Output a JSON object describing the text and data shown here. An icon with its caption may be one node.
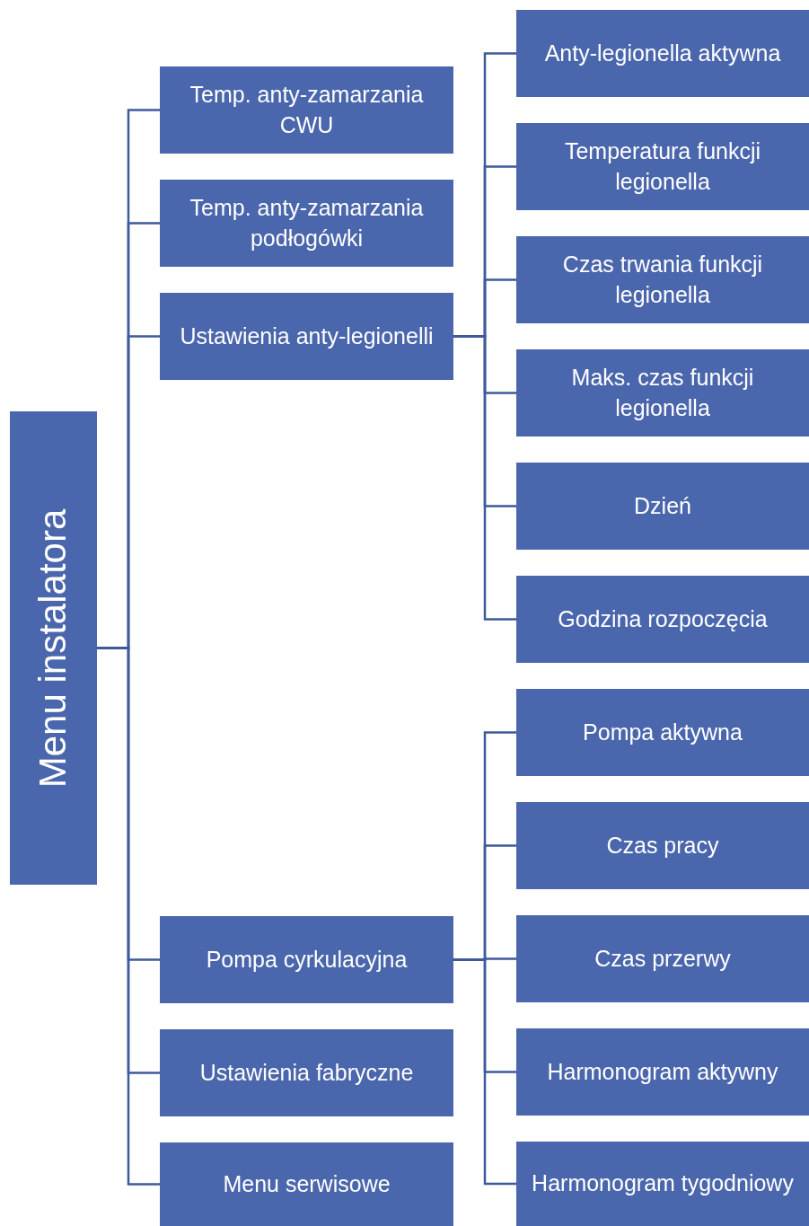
{
  "diagram": {
    "nodes": [
      {
        "text": [
          "Menu instalatora"
        ]
      },
      {
        "text": [
          "Temp. anty-zamarzania CWU"
        ]
      },
      {
        "text": [
          "Temp. anty-zamarzania podłogówki"
        ]
      },
      {
        "text": [
          "Ustawienia anty-legionelli"
        ]
      },
      {
        "text": [
          "Pompa cyrkulacyjna"
        ]
      },
      {
        "text": [
          "Ustawienia fabryczne"
        ]
      },
      {
        "text": [
          "Menu serwisowe"
        ]
      },
      {
        "text": [
          "Anty-legionella aktywna"
        ]
      },
      {
        "text": [
          "Temperatura funkcji legionella"
        ]
      },
      {
        "text": [
          "Czas trwania funkcji legionella"
        ]
      },
      {
        "text": [
          "Maks. czas funkcji legionella"
        ]
      },
      {
        "text": [
          "Dzień"
        ]
      },
      {
        "text": [
          "Godzina rozpoczęcia"
        ]
      },
      {
        "text": [
          "Pompa aktywna"
        ]
      },
      {
        "text": [
          "Czas pracy"
        ]
      },
      {
        "text": [
          "Czas przerwy"
        ]
      },
      {
        "text": [
          "Harmonogram aktywny"
        ]
      },
      {
        "text": [
          "Harmonogram tygodniowy"
        ]
      }
    ],
    "edges": [
      {
        "from": 0,
        "to": 1,
        "arrow": "none"
      },
      {
        "from": 0,
        "to": 2,
        "arrow": "none"
      },
      {
        "from": 0,
        "to": 3,
        "arrow": "none"
      },
      {
        "from": 0,
        "to": 4,
        "arrow": "none"
      },
      {
        "from": 0,
        "to": 5,
        "arrow": "none"
      },
      {
        "from": 0,
        "to": 6,
        "arrow": "none"
      },
      {
        "from": 3,
        "to": 7,
        "arrow": "none"
      },
      {
        "from": 3,
        "to": 8,
        "arrow": "none"
      },
      {
        "from": 3,
        "to": 9,
        "arrow": "none"
      },
      {
        "from": 3,
        "to": 10,
        "arrow": "none"
      },
      {
        "from": 3,
        "to": 11,
        "arrow": "none"
      },
      {
        "from": 3,
        "to": 12,
        "arrow": "none"
      },
      {
        "from": 4,
        "to": 13,
        "arrow": "none"
      },
      {
        "from": 4,
        "to": 14,
        "arrow": "none"
      },
      {
        "from": 4,
        "to": 15,
        "arrow": "none"
      },
      {
        "from": 4,
        "to": 16,
        "arrow": "none"
      },
      {
        "from": 4,
        "to": 17,
        "arrow": "none"
      }
    ]
  }
}
